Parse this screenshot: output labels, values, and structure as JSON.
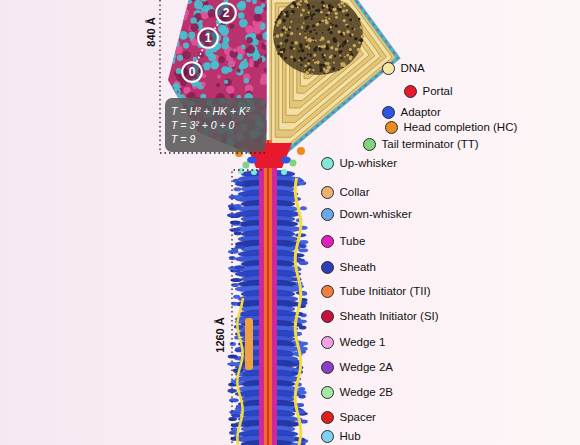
{
  "diagram": {
    "nodes": [
      {
        "text": [
          "2"
        ]
      },
      {
        "text": [
          "1"
        ]
      },
      {
        "text": [
          "0"
        ]
      },
      {
        "text": [
          "T = H² + HK + K²",
          "T = 3² + 0 + 0",
          "T = 9"
        ]
      }
    ],
    "edges": [
      {
        "from": 2,
        "to": 1,
        "arrow": "none"
      },
      {
        "from": 1,
        "to": 0,
        "arrow": "none"
      }
    ],
    "labels": [
      "840 Å",
      "1260 Å"
    ],
    "legend": [
      {
        "text": "DNA",
        "color": "#f6e7a4"
      },
      {
        "text": "Portal",
        "color": "#e8192c"
      },
      {
        "text": "Adaptor",
        "color": "#2f55e6"
      },
      {
        "text": "Head completion (HC)",
        "color": "#e98b1e"
      },
      {
        "text": "Tail terminator (TT)",
        "color": "#7fd47f"
      },
      {
        "text": "Up-whisker",
        "color": "#7fe8d6"
      },
      {
        "text": "Collar",
        "color": "#f2b070"
      },
      {
        "text": "Down-whisker",
        "color": "#6aa8e6"
      },
      {
        "text": "Tube",
        "color": "#e020c0"
      },
      {
        "text": "Sheath",
        "color": "#2a3fb8"
      },
      {
        "text": "Tube Initiator (TII)",
        "color": "#f0803c"
      },
      {
        "text": "Sheath Initiator (SI)",
        "color": "#c8103c"
      },
      {
        "text": "Wedge 1",
        "color": "#f2a2e2"
      },
      {
        "text": "Wedge 2A",
        "color": "#8a40c4"
      },
      {
        "text": "Wedge 2B",
        "color": "#a4eaa4"
      },
      {
        "text": "Spacer",
        "color": "#e02020"
      },
      {
        "text": "Hub",
        "color": "#80d0f2"
      }
    ]
  }
}
